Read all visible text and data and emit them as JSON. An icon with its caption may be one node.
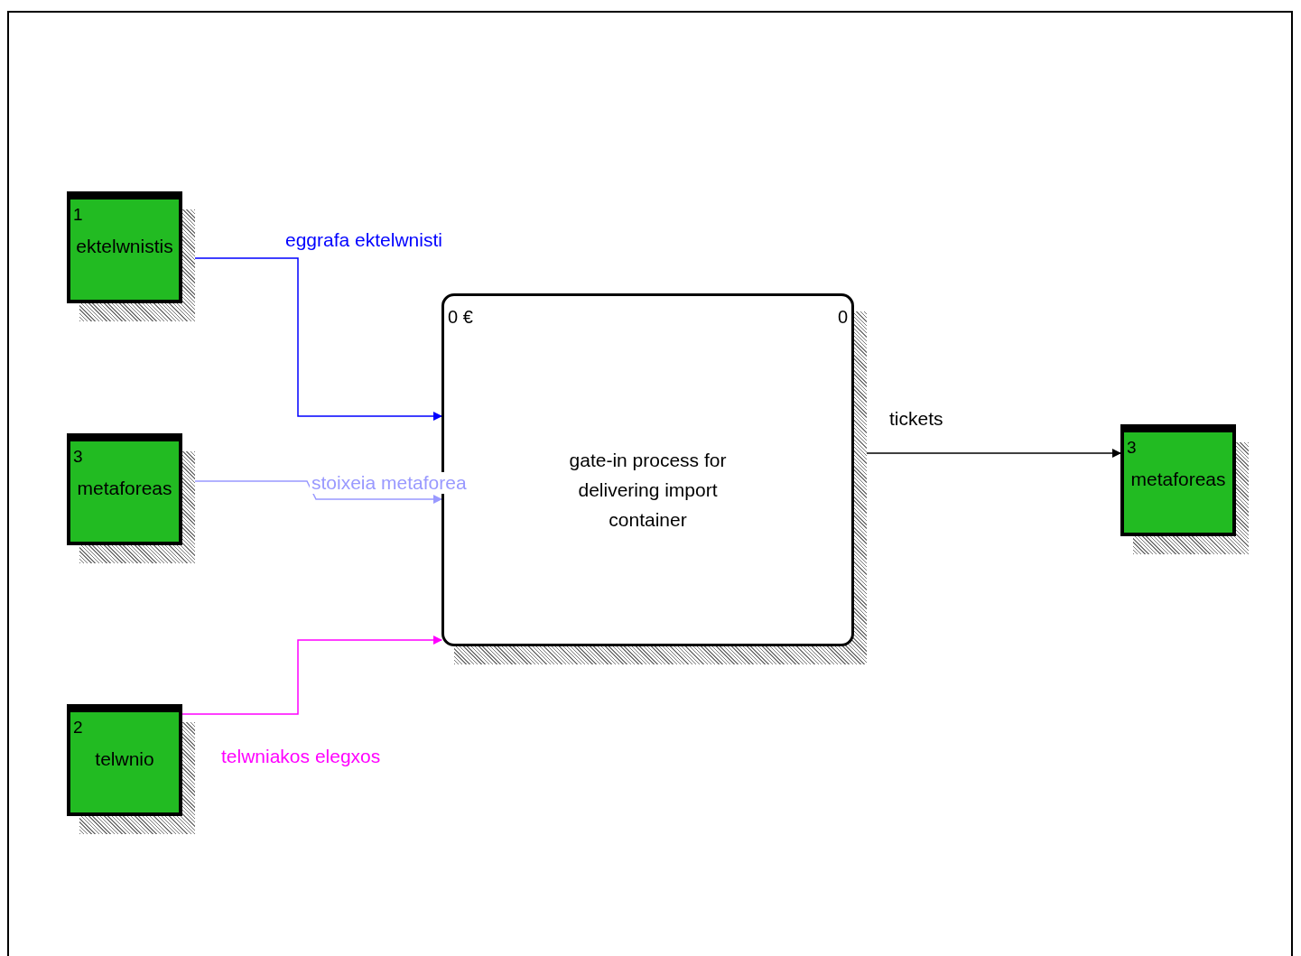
{
  "diagram": {
    "nodes": [
      {
        "text": [
          "1",
          "ektelwnistis"
        ]
      },
      {
        "text": [
          "3",
          "metaforeas"
        ]
      },
      {
        "text": [
          "2",
          "telwnio"
        ]
      },
      {
        "text": [
          "0 €",
          "0",
          "gate-in process for delivering import container"
        ]
      },
      {
        "text": [
          "3",
          "metaforeas"
        ]
      }
    ],
    "edges": [
      {
        "from": 0,
        "to": 3,
        "arrow": "to",
        "label": "eggrafa ektelwnisti",
        "color": "#0000ff"
      },
      {
        "from": 1,
        "to": 3,
        "arrow": "to",
        "label": "stoixeia metaforea",
        "color": "#9999ff"
      },
      {
        "from": 2,
        "to": 3,
        "arrow": "to",
        "label": "telwniakos elegxos",
        "color": "#ff00ff"
      },
      {
        "from": 3,
        "to": 4,
        "arrow": "to",
        "label": "tickets",
        "color": "#000000"
      }
    ]
  }
}
